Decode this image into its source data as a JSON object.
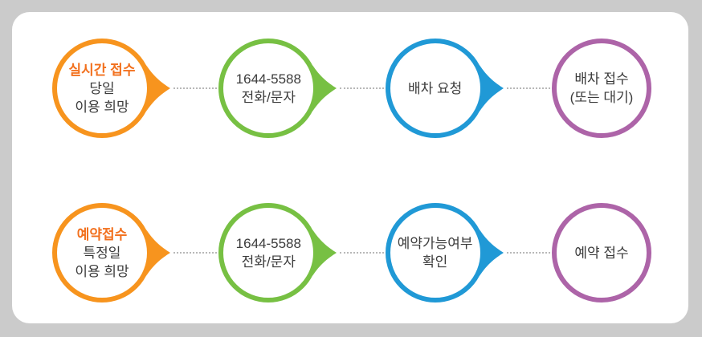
{
  "colors": {
    "orange": "#F7941E",
    "green": "#77C043",
    "blue": "#2099D6",
    "purple": "#AD64A8",
    "title_text": "#F2701D",
    "body_text": "#3B3B3B",
    "connector_dots": "#B8B8B8",
    "card_background": "#FFFFFF",
    "page_background": "#CBCBCB"
  },
  "flows": {
    "realtime": {
      "steps": [
        {
          "title": "실시간 접수",
          "lines": [
            "당일",
            "이용 희망"
          ],
          "color": "orange"
        },
        {
          "lines": [
            "1644-5588",
            "전화/문자"
          ],
          "color": "green"
        },
        {
          "lines": [
            "배차 요청"
          ],
          "color": "blue"
        },
        {
          "lines": [
            "배차 접수",
            "(또는 대기)"
          ],
          "color": "purple"
        }
      ]
    },
    "reservation": {
      "steps": [
        {
          "title": "예약접수",
          "lines": [
            "특정일",
            "이용 희망"
          ],
          "color": "orange"
        },
        {
          "lines": [
            "1644-5588",
            "전화/문자"
          ],
          "color": "green"
        },
        {
          "lines": [
            "예약가능여부",
            "확인"
          ],
          "color": "blue"
        },
        {
          "lines": [
            "예약 접수"
          ],
          "color": "purple"
        }
      ]
    }
  }
}
